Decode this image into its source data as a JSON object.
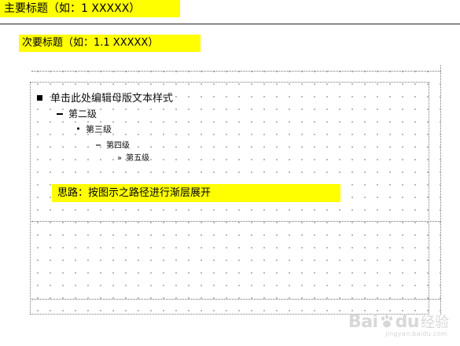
{
  "slide": {
    "main_title": "主要标题（如：1 XXXXX）",
    "sub_title": "次要标题（如：1.1  XXXXX）",
    "levels": {
      "level1": "单击此处编辑母版文本样式",
      "level2": "第二级",
      "level3": "第三级",
      "level4": "第四级",
      "level5": "第五级"
    },
    "note": "思路：按图示之路径进行渐层展开",
    "highlight_color": "#ffff00"
  },
  "watermark": {
    "brand_left": "Bai",
    "brand_right": "du",
    "product": "经验",
    "url": "jingyan.baidu.com",
    "icon": "baidu-paw-icon"
  }
}
